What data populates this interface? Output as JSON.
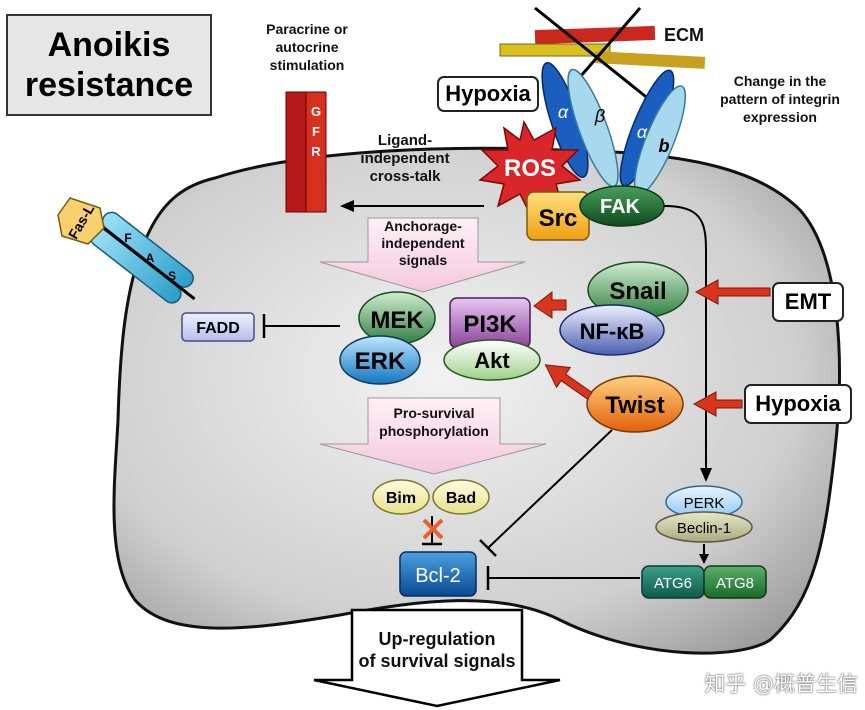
{
  "title": {
    "line1": "Anoikis",
    "line2": "resistance"
  },
  "labels": {
    "paracrine": [
      "Paracrine or",
      "autocrine",
      "stimulation"
    ],
    "ecm": "ECM",
    "integrin_change": [
      "Change in the",
      "pattern of integrin",
      "expression"
    ],
    "ligand": [
      "Ligand-",
      "independent",
      "cross-talk"
    ],
    "anchorage": [
      "Anchorage-",
      "independent",
      "signals"
    ],
    "prosurvival": [
      "Pro-survival",
      "phosphorylation"
    ],
    "upregulation": [
      "Up-regulation",
      "of survival signals"
    ]
  },
  "boxes": {
    "hypoxia_top": "Hypoxia",
    "emt": "EMT",
    "hypoxia_right": "Hypoxia"
  },
  "receptor": {
    "gfr": [
      "G",
      "F",
      "R"
    ],
    "fas_l": "Fas-L",
    "fas": [
      "F",
      "A",
      "S"
    ]
  },
  "integrins": {
    "alpha1": "α",
    "beta1": "β",
    "alpha2": "α",
    "b2": "b"
  },
  "nodes": {
    "ros": "ROS",
    "src": "Src",
    "fak": "FAK",
    "fadd": "FADD",
    "mek": "MEK",
    "erk": "ERK",
    "pi3k": "PI3K",
    "akt": "Akt",
    "snail": "Snail",
    "nfkb": "NF-κB",
    "twist": "Twist",
    "bim": "Bim",
    "bad": "Bad",
    "bcl2": "Bcl-2",
    "perk": "PERK",
    "beclin": "Beclin-1",
    "atg6": "ATG6",
    "atg8": "ATG8"
  },
  "watermark": "知乎 @概普生信",
  "colors": {
    "cell_fill": "#c4c4c4",
    "ros": "#d9262a",
    "src": "#f6b21a",
    "fak": "#1a6a2e",
    "mek": "#2f8f4a",
    "erk": "#1a8ec8",
    "pi3k": "#9a4fa8",
    "akt": "#a8d89a",
    "snail": "#3f8a4a",
    "nfkb": "#3f55a8",
    "twist": "#f07a10",
    "bcl2": "#1a66b0",
    "atg": "#1f7a6a",
    "arrow_red": "#d8351f",
    "gfr": "#b41a1a"
  }
}
